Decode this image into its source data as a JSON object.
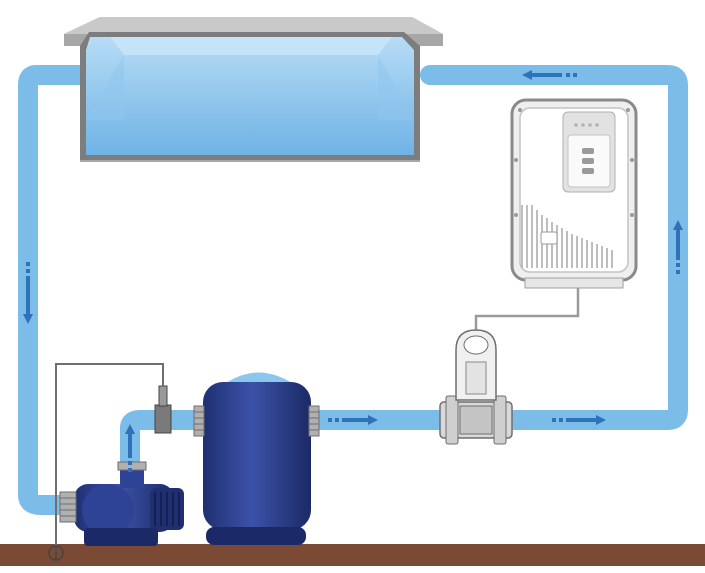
{
  "diagram": {
    "components": [
      {
        "id": "pool",
        "icon": "pool-basin-icon"
      },
      {
        "id": "pump",
        "icon": "pump-icon"
      },
      {
        "id": "filter",
        "icon": "sand-filter-icon"
      },
      {
        "id": "chlorinator-cell",
        "icon": "electrolysis-cell-icon"
      },
      {
        "id": "control-unit",
        "icon": "control-box-icon"
      },
      {
        "id": "flow-switch",
        "icon": "flow-sensor-icon"
      },
      {
        "id": "ground-rod",
        "icon": "ground-electrode-icon"
      }
    ],
    "flow_arrows": [
      {
        "id": "arrow-return",
        "direction": "left"
      },
      {
        "id": "arrow-left-pipe",
        "direction": "down"
      },
      {
        "id": "arrow-pump-riser",
        "direction": "up"
      },
      {
        "id": "arrow-filter-out",
        "direction": "right"
      },
      {
        "id": "arrow-cell-out",
        "direction": "right"
      },
      {
        "id": "arrow-right-pipe",
        "direction": "up"
      }
    ],
    "colors": {
      "pipe": "#7bbde8",
      "water": "#a9d4f2",
      "equipment": "#2b3f8c",
      "ground": "#7a4a35",
      "pool_wall": "#a7a7a7",
      "arrow": "#2f72b7"
    },
    "control_panel": {
      "leds": 4
    }
  }
}
